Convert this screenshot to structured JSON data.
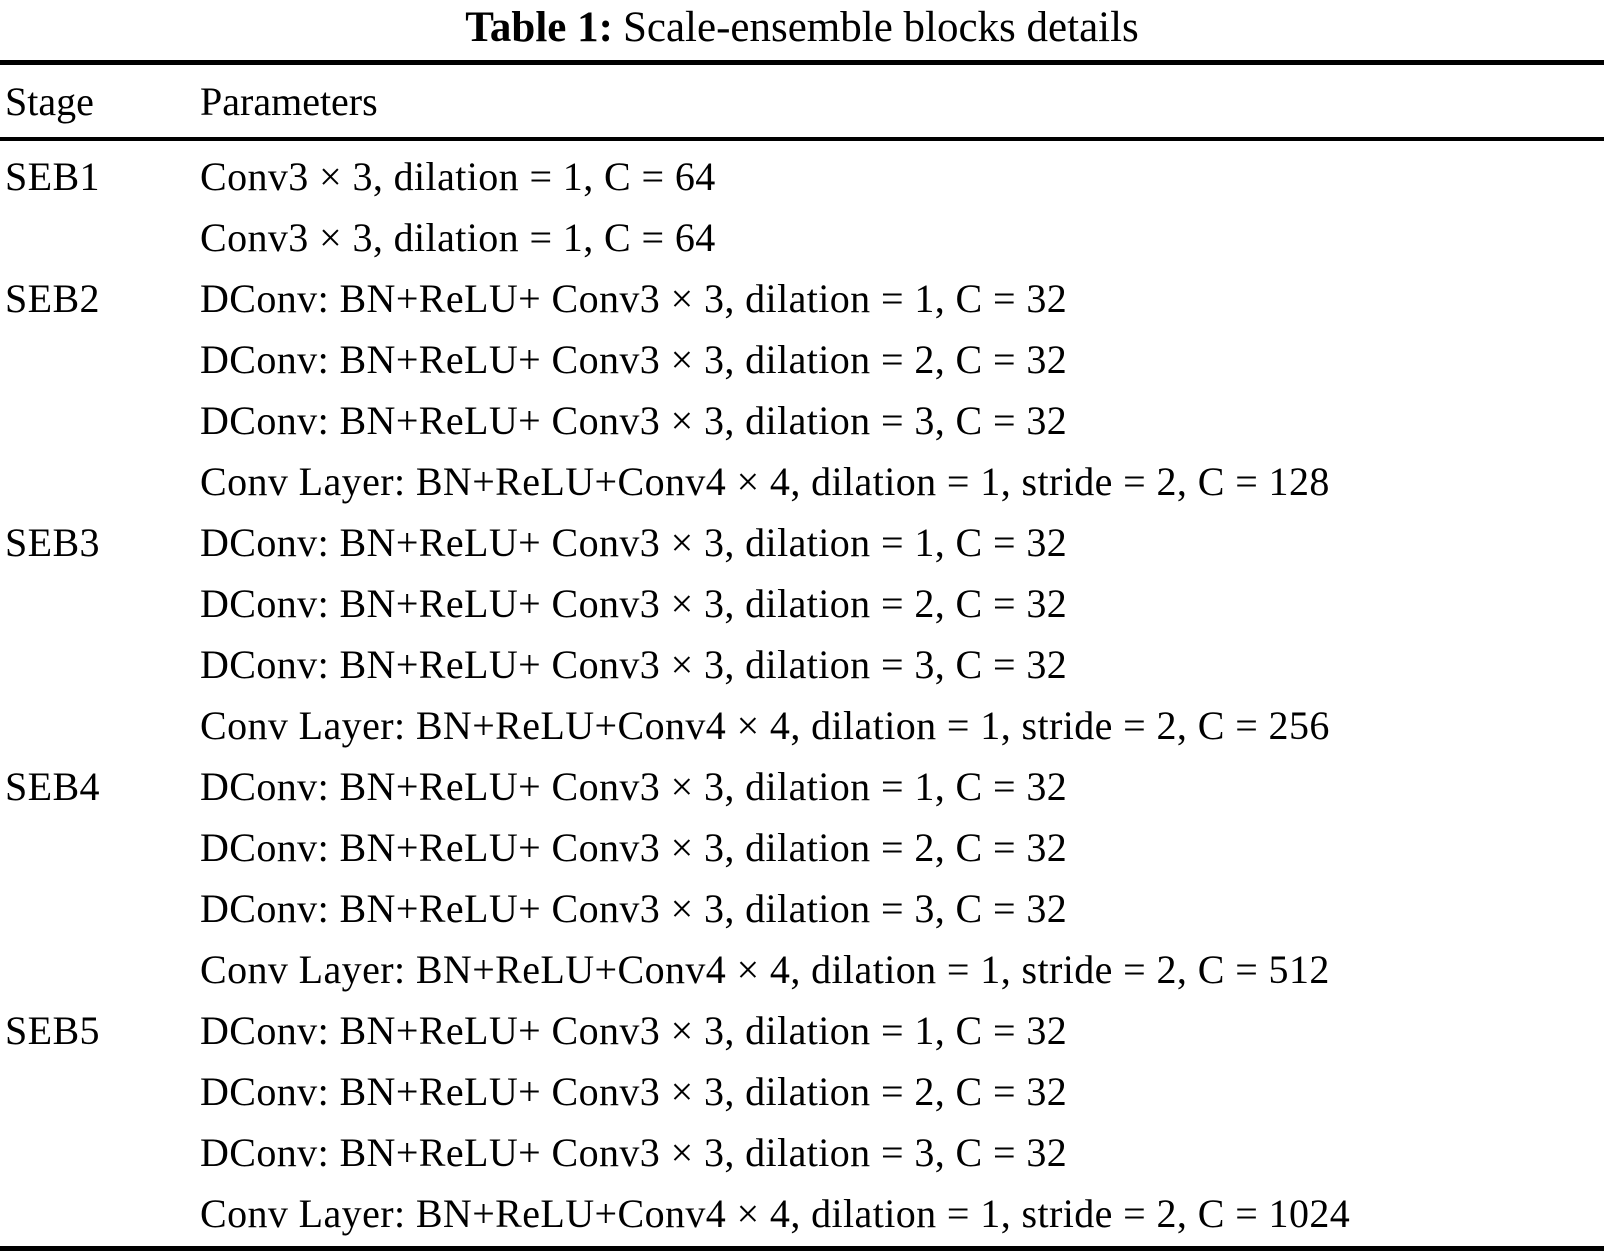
{
  "title": {
    "label": "Table 1:",
    "text": "Scale-ensemble blocks details"
  },
  "header": {
    "stage": "Stage",
    "parameters": "Parameters"
  },
  "rows": [
    {
      "stage": "SEB1",
      "lines": [
        "Conv3 × 3, dilation = 1, C = 64",
        "Conv3 × 3, dilation = 1, C = 64"
      ]
    },
    {
      "stage": "SEB2",
      "lines": [
        "DConv: BN+ReLU+ Conv3 × 3, dilation = 1, C = 32",
        "DConv: BN+ReLU+ Conv3 × 3, dilation = 2, C = 32",
        "DConv: BN+ReLU+ Conv3 × 3, dilation = 3, C = 32",
        "Conv Layer: BN+ReLU+Conv4 × 4, dilation = 1, stride = 2, C = 128"
      ]
    },
    {
      "stage": "SEB3",
      "lines": [
        "DConv: BN+ReLU+ Conv3 × 3, dilation = 1, C = 32",
        "DConv: BN+ReLU+ Conv3 × 3, dilation = 2, C = 32",
        "DConv: BN+ReLU+ Conv3 × 3, dilation = 3, C = 32",
        "Conv Layer: BN+ReLU+Conv4 × 4, dilation = 1, stride = 2, C = 256"
      ]
    },
    {
      "stage": "SEB4",
      "lines": [
        "DConv: BN+ReLU+ Conv3 × 3, dilation = 1, C = 32",
        "DConv: BN+ReLU+ Conv3 × 3, dilation = 2, C = 32",
        "DConv: BN+ReLU+ Conv3 × 3, dilation = 3, C = 32",
        "Conv Layer: BN+ReLU+Conv4 × 4, dilation = 1, stride = 2, C = 512"
      ]
    },
    {
      "stage": "SEB5",
      "lines": [
        "DConv: BN+ReLU+ Conv3 × 3, dilation = 1, C = 32",
        "DConv: BN+ReLU+ Conv3 × 3, dilation = 2, C = 32",
        "DConv: BN+ReLU+ Conv3 × 3, dilation = 3, C = 32",
        "Conv Layer: BN+ReLU+Conv4 × 4, dilation = 1, stride = 2, C = 1024"
      ]
    }
  ],
  "colors": {
    "text": "#000000",
    "background": "#ffffff",
    "rule": "#000000"
  }
}
